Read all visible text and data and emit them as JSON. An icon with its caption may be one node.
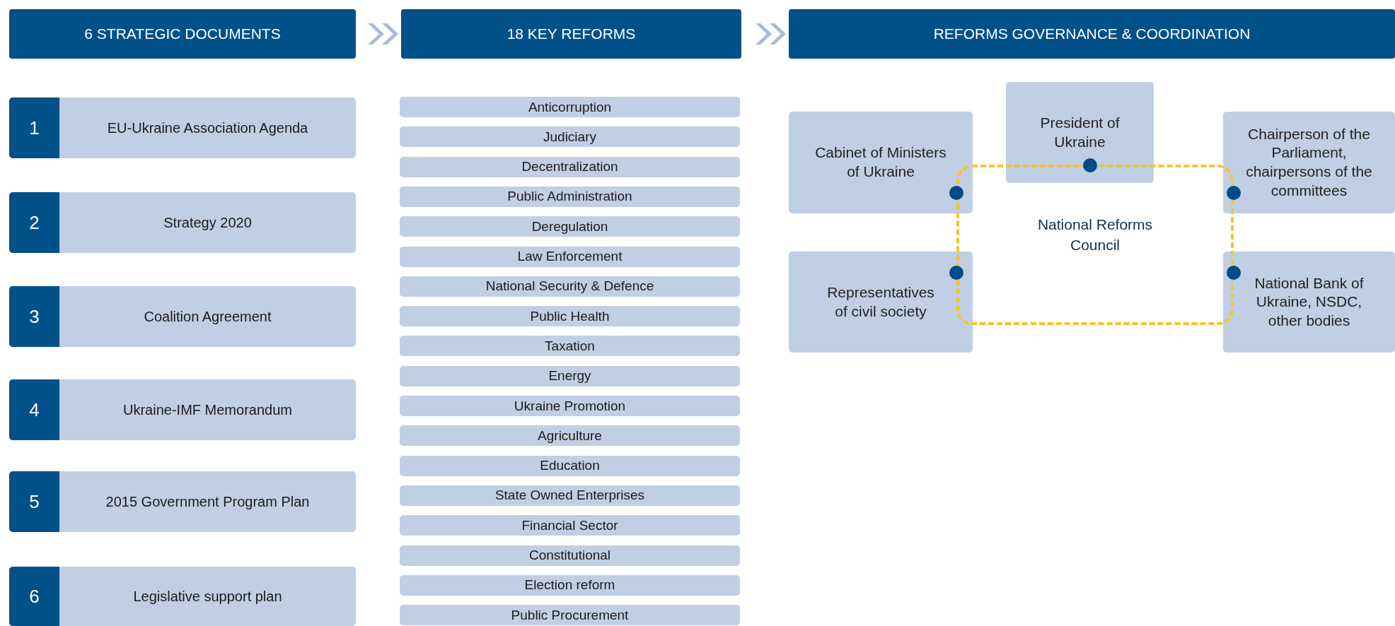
{
  "diagram": {
    "nodes": [
      {
        "text": [
          "6 STRATEGIC DOCUMENTS"
        ]
      },
      {
        "text": [
          "18 KEY REFORMS"
        ]
      },
      {
        "text": [
          "REFORMS GOVERNANCE & COORDINATION"
        ]
      },
      {
        "text": [
          "1",
          "EU-Ukraine Association Agenda"
        ]
      },
      {
        "text": [
          "2",
          "Strategy 2020"
        ]
      },
      {
        "text": [
          "3",
          "Coalition Agreement"
        ]
      },
      {
        "text": [
          "4",
          "Ukraine-IMF Memorandum"
        ]
      },
      {
        "text": [
          "5",
          "2015 Government Program Plan"
        ]
      },
      {
        "text": [
          "6",
          "Legislative support plan"
        ]
      },
      {
        "text": [
          "Anticorruption"
        ]
      },
      {
        "text": [
          "Judiciary"
        ]
      },
      {
        "text": [
          "Decentralization"
        ]
      },
      {
        "text": [
          "Public Administration"
        ]
      },
      {
        "text": [
          "Deregulation"
        ]
      },
      {
        "text": [
          "Law Enforcement"
        ]
      },
      {
        "text": [
          "National Security & Defence"
        ]
      },
      {
        "text": [
          "Public Health"
        ]
      },
      {
        "text": [
          "Taxation"
        ]
      },
      {
        "text": [
          "Energy"
        ]
      },
      {
        "text": [
          "Ukraine Promotion"
        ]
      },
      {
        "text": [
          "Agriculture"
        ]
      },
      {
        "text": [
          "Education"
        ]
      },
      {
        "text": [
          "State Owned Enterprises"
        ]
      },
      {
        "text": [
          "Financial Sector"
        ]
      },
      {
        "text": [
          "Constitutional"
        ]
      },
      {
        "text": [
          "Election reform"
        ]
      },
      {
        "text": [
          "Public Procurement"
        ]
      },
      {
        "text": [
          "Cabinet of Ministers of Ukraine"
        ]
      },
      {
        "text": [
          "President of Ukraine"
        ]
      },
      {
        "text": [
          "Chairperson of the Parliament, chairpersons of the committees"
        ]
      },
      {
        "text": [
          "National Reforms Council"
        ]
      },
      {
        "text": [
          "Representatives of civil society"
        ]
      },
      {
        "text": [
          "National Bank of Ukraine, NSDC, other bodies"
        ]
      }
    ],
    "edges": [
      {
        "from": 0,
        "to": 1,
        "arrow": "to"
      },
      {
        "from": 1,
        "to": 2,
        "arrow": "to"
      }
    ]
  }
}
